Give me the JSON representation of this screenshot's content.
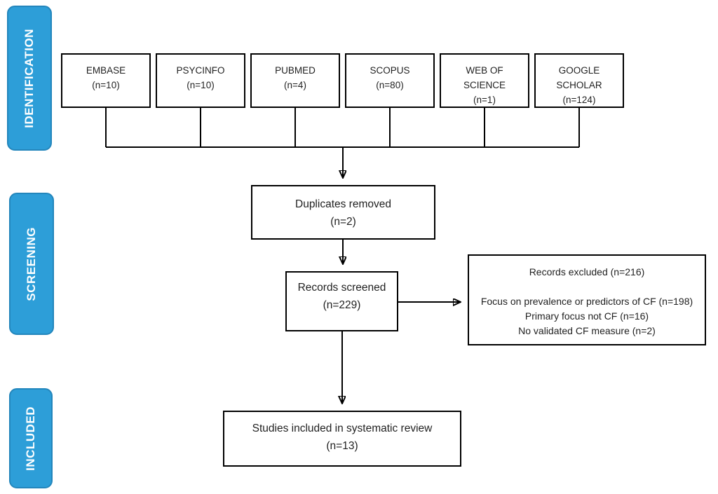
{
  "diagram": {
    "type": "prisma-flow",
    "stages": {
      "identification": "IDENTIFICATION",
      "screening": "SCREENING",
      "included": "INCLUDED"
    },
    "sources": [
      {
        "line1": "EMBASE",
        "line2": "(n=10)",
        "line3": ""
      },
      {
        "line1": "PSYCINFO",
        "line2": "(n=10)",
        "line3": ""
      },
      {
        "line1": "PUBMED",
        "line2": "(n=4)",
        "line3": ""
      },
      {
        "line1": "SCOPUS",
        "line2": "(n=80)",
        "line3": ""
      },
      {
        "line1": "WEB OF",
        "line2": "SCIENCE",
        "line3": "(n=1)"
      },
      {
        "line1": "GOOGLE",
        "line2": "SCHOLAR",
        "line3": "(n=124)"
      }
    ],
    "duplicates": {
      "line1": "Duplicates removed",
      "line2": "(n=2)"
    },
    "screened": {
      "line1": "Records screened",
      "line2": "(n=229)"
    },
    "excluded": {
      "title": "Records excluded (n=216)",
      "reasons": [
        "Focus on prevalence or predictors of CF (n=198)",
        "Primary focus not CF (n=16)",
        "No validated CF measure (n=2)"
      ]
    },
    "studies": {
      "line1": "Studies included in systematic review",
      "line2": "(n=13)"
    },
    "colors": {
      "stage_fill": "#2D9ED8",
      "stage_border": "#2386BC",
      "stage_text": "#FFFFFF",
      "box_border": "#000000",
      "line": "#000000",
      "text": "#1F1F1F"
    }
  }
}
